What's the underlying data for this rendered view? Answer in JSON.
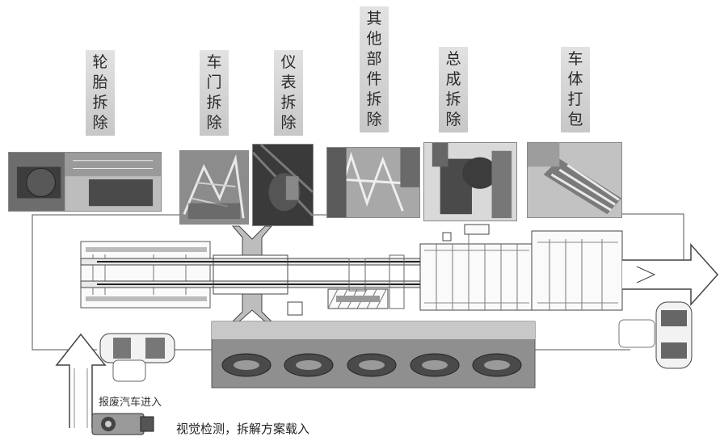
{
  "stages": [
    {
      "id": "tire",
      "text": "轮胎拆除",
      "lines": [
        "轮",
        "胎",
        "拆",
        "除"
      ]
    },
    {
      "id": "door",
      "text": "车门拆除",
      "lines": [
        "车",
        "门",
        "拆",
        "除"
      ]
    },
    {
      "id": "dashboard",
      "text": "仪表拆除",
      "lines": [
        "仪",
        "表",
        "拆",
        "除"
      ]
    },
    {
      "id": "other_parts",
      "text": "其他部件拆除",
      "lines": [
        "其",
        "他",
        "部",
        "件",
        "拆",
        "除"
      ]
    },
    {
      "id": "assembly",
      "text": "总成拆除",
      "lines": [
        "总",
        "成",
        "拆",
        "除"
      ]
    },
    {
      "id": "body_pack",
      "text": "车体打包",
      "lines": [
        "车",
        "体",
        "打",
        "包"
      ]
    }
  ],
  "entry_label": "报废汽车进入",
  "caption": "视觉检测，拆解方案载入",
  "icons": [
    "camera-icon",
    "car-icon",
    "arrow-up-icon",
    "arrow-right-icon",
    "down-arrow-icon",
    "y-split-icon"
  ],
  "colors": {
    "line": "#555555",
    "label_bg": "#d4d4d4",
    "photo_dark": "#3a3a3a",
    "photo_light": "#cfcfcf"
  }
}
